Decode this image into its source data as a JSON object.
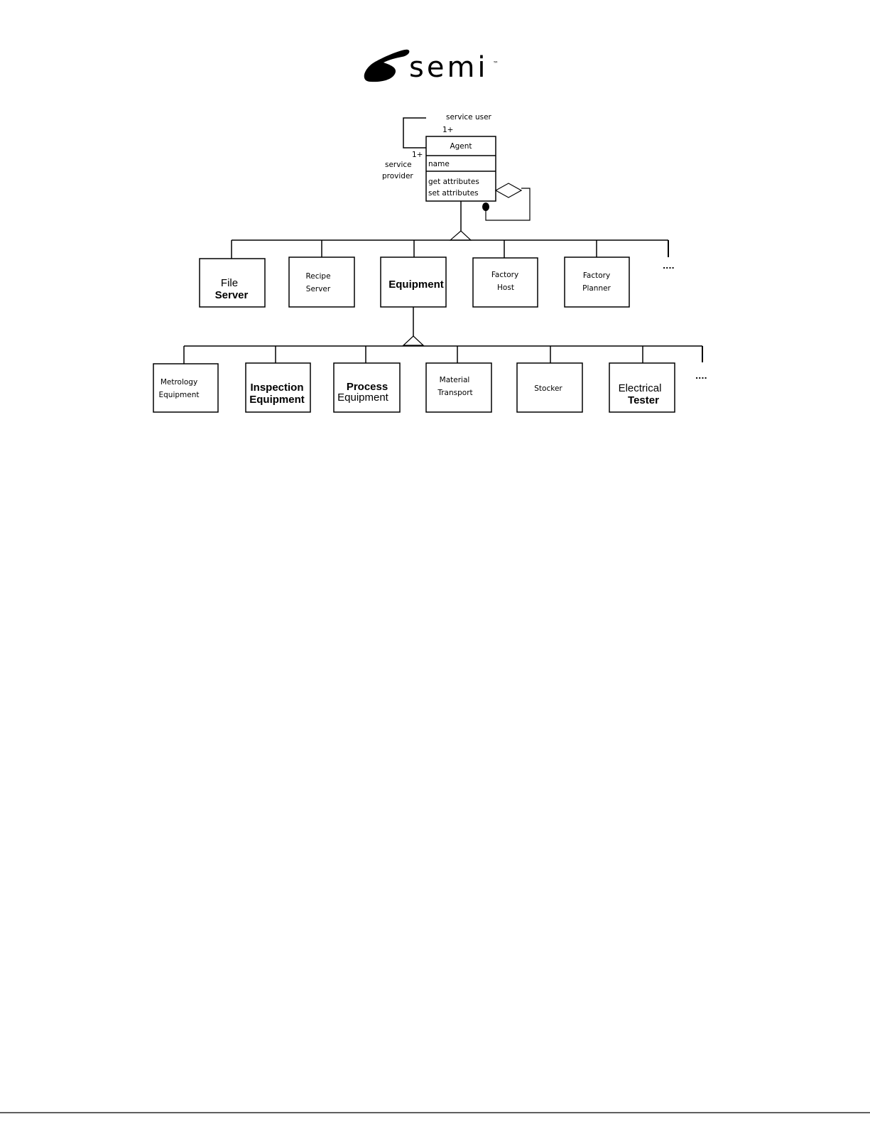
{
  "logo": {
    "wordmark": "semi",
    "trademark": "™"
  },
  "uml": {
    "agent": {
      "name": "Agent",
      "attribute": "name",
      "operations": [
        "get attributes",
        "set attributes"
      ]
    },
    "self_association": {
      "role_user": "service user",
      "mult_user": "1+",
      "mult_provider": "1+",
      "role_provider_line1": "service",
      "role_provider_line2": "provider"
    }
  },
  "level1": {
    "classes": [
      {
        "line1": "File",
        "line2": "Server"
      },
      {
        "line1": "Recipe",
        "line2": "Server"
      },
      {
        "line1": "Equipment"
      },
      {
        "line1": "Factory",
        "line2": "Host"
      },
      {
        "line1": "Factory",
        "line2": "Planner"
      }
    ],
    "ellipsis": "...."
  },
  "level2": {
    "classes": [
      {
        "line1": "Metrology",
        "line2": "Equipment"
      },
      {
        "line1": "Inspection",
        "line2": "Equipment"
      },
      {
        "line1": "Process",
        "line2": "Equipment"
      },
      {
        "line1": "Material",
        "line2": "Transport"
      },
      {
        "line1": "Stocker"
      },
      {
        "line1": "Electrical",
        "line2": "Tester"
      }
    ],
    "ellipsis": "...."
  }
}
